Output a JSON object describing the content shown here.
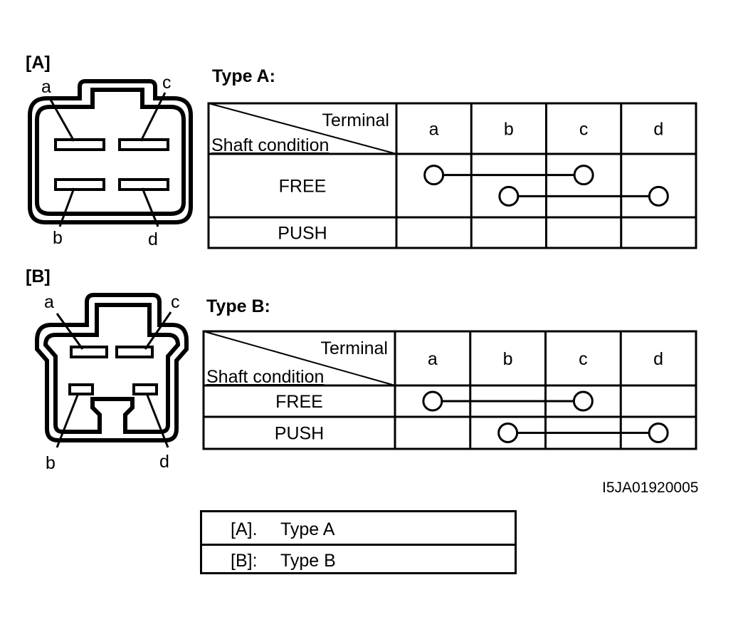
{
  "section_a": {
    "label": "[A]",
    "pins": {
      "a": "a",
      "b": "b",
      "c": "c",
      "d": "d"
    }
  },
  "section_b": {
    "label": "[B]",
    "pins": {
      "a": "a",
      "b": "b",
      "c": "c",
      "d": "d"
    }
  },
  "table_a": {
    "title": "Type A:",
    "header_terminal": "Terminal",
    "header_shaft": "Shaft condition",
    "terminals": [
      "a",
      "b",
      "c",
      "d"
    ],
    "rows": [
      {
        "label": "FREE",
        "connections": [
          [
            "a",
            "c"
          ],
          [
            "b",
            "d"
          ]
        ]
      },
      {
        "label": "PUSH",
        "connections": []
      }
    ]
  },
  "table_b": {
    "title": "Type B:",
    "header_terminal": "Terminal",
    "header_shaft": "Shaft condition",
    "terminals": [
      "a",
      "b",
      "c",
      "d"
    ],
    "rows": [
      {
        "label": "FREE",
        "connections": [
          [
            "a",
            "c"
          ]
        ]
      },
      {
        "label": "PUSH",
        "connections": [
          [
            "b",
            "d"
          ]
        ]
      }
    ]
  },
  "figure_id": "I5JA01920005",
  "legend": [
    {
      "key": "[A].",
      "value": "Type A"
    },
    {
      "key": "[B]:",
      "value": "Type B"
    }
  ]
}
